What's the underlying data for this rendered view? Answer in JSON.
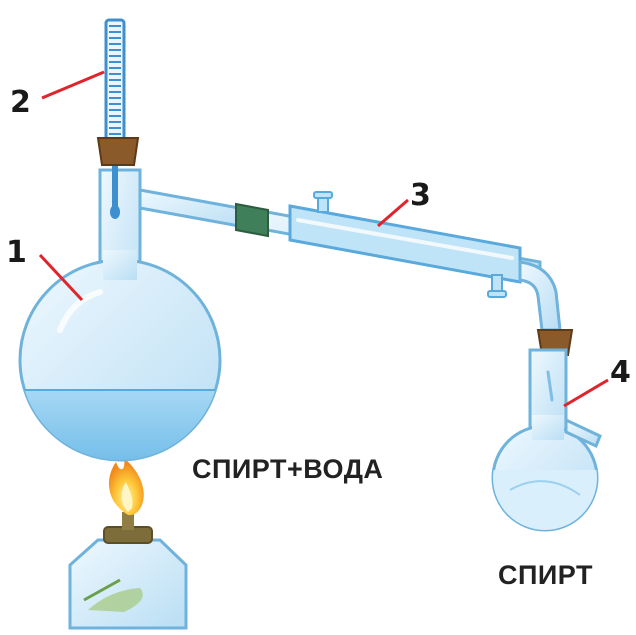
{
  "labels": {
    "flask": "1",
    "thermometer": "2",
    "condenser": "3",
    "receiver": "4"
  },
  "captions": {
    "mixture": "СПИРТ+ВОДА",
    "product": "СПИРТ"
  },
  "colors": {
    "glass": "#d3ecf9",
    "glass_stroke": "#6fb3dc",
    "liquid": "#8fcdf0",
    "stopper": "#8a5a2b",
    "clamp": "#3f7f5a",
    "flame_outer": "#f3a52b",
    "flame_inner": "#ffe27a",
    "pointer": "#e0242b",
    "thermometer": "#3d8fd0"
  }
}
